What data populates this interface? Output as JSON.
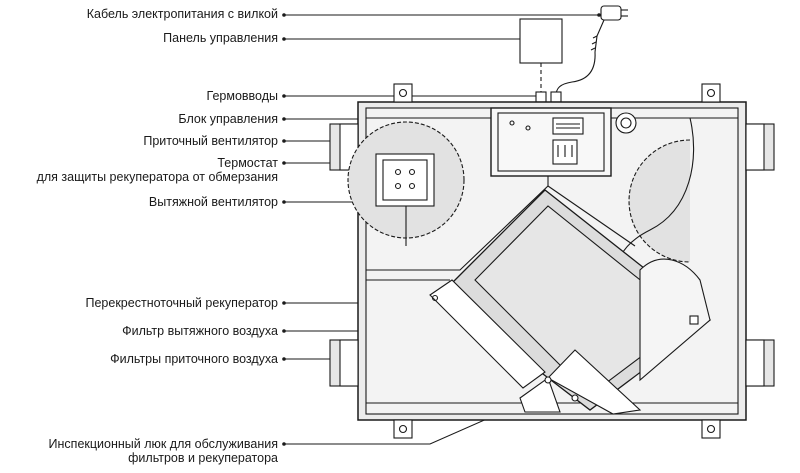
{
  "labels": {
    "cable": "Кабель электропитания с вилкой",
    "panel": "Панель управления",
    "glands": "Гермовводы",
    "control_block": "Блок управления",
    "supply_fan": "Приточный вентилятор",
    "thermostat_1": "Термостат",
    "thermostat_2": "для защиты рекуператора от обмерзания",
    "exhaust_fan": "Вытяжной вентилятор",
    "recuperator": "Перекрестноточный рекуператор",
    "exhaust_filter": "Фильтр вытяжного воздуха",
    "supply_filters": "Фильтры приточного воздуха",
    "hatch_1": "Инспекционный люк для обслуживания",
    "hatch_2": "фильтров и рекуператора"
  },
  "colors": {
    "line": "#1a1a1a",
    "body_fill": "#eeeeee",
    "hatch_fill": "#ffffff"
  }
}
